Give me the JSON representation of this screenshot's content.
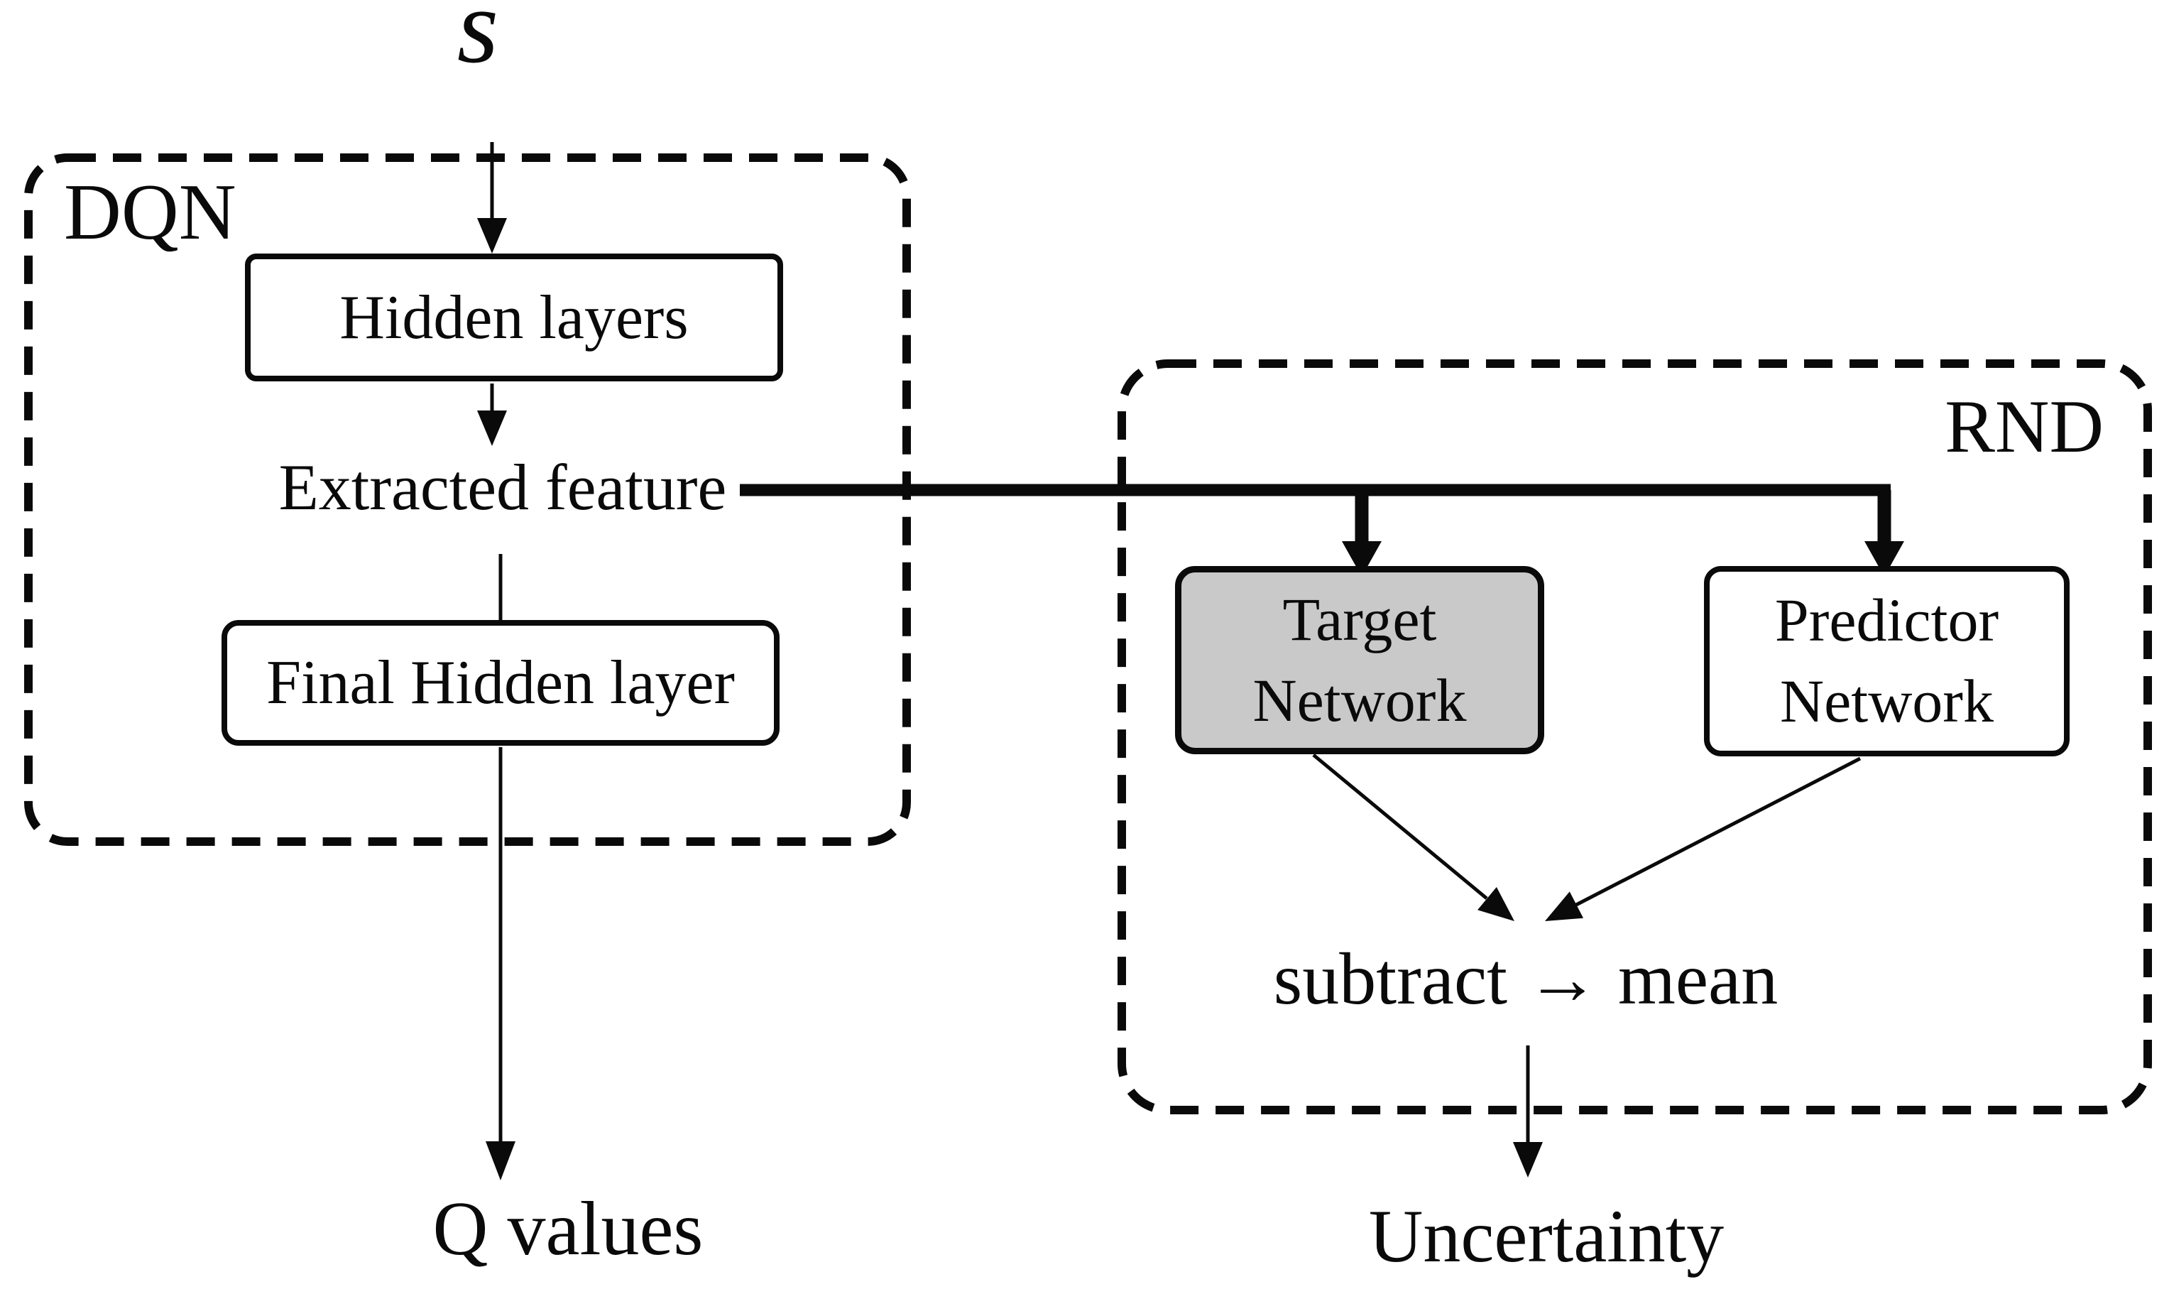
{
  "input_label": "s",
  "dqn": {
    "group_label": "DQN",
    "hidden_layers_label": "Hidden layers",
    "extracted_feature_label": "Extracted feature",
    "final_hidden_layer_label": "Final Hidden layer",
    "output_label": "Q values"
  },
  "rnd": {
    "group_label": "RND",
    "target_network": {
      "line1": "Target",
      "line2": "Network"
    },
    "predictor_network": {
      "line1": "Predictor",
      "line2": "Network"
    },
    "combine_label": "subtract → mean",
    "output_label": "Uncertainty"
  },
  "colors": {
    "stroke": "#0a0a0a",
    "target_network_fill": "#c9c9c9",
    "box_fill": "#ffffff",
    "background": "#ffffff"
  }
}
